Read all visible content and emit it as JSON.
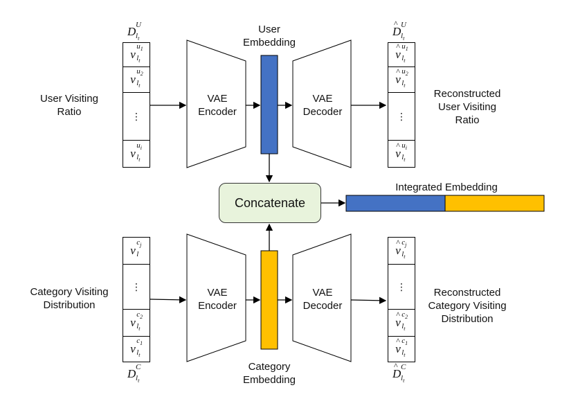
{
  "left_labels": {
    "user": "User  Visiting\nRatio",
    "category": "Category  Visiting\nDistribution"
  },
  "right_labels": {
    "user": "Reconstructed\nUser  Visiting\nRatio",
    "category": "Reconstructed\nCategory  Visiting\nDistribution"
  },
  "encoder_label": "VAE\nEncoder",
  "decoder_label": "VAE\nDecoder",
  "user_embedding_label": "User\nEmbedding",
  "category_embedding_label": "Category\nEmbedding",
  "concatenate_label": "Concatenate",
  "integrated_embedding_label": "Integrated Embedding",
  "math": {
    "D": "D",
    "l_t": "l",
    "t": "t",
    "U": "U",
    "C": "C",
    "v": "v",
    "hat": "^",
    "u1": "u",
    "u1_sub": "1",
    "u2_sub": "2",
    "ui_sub": "i",
    "c": "c",
    "cj_sub": "j",
    "c2_sub": "2",
    "c1_sub": "1",
    "l_plain": "l",
    "dots": "⋮"
  },
  "colors": {
    "user_embedding": "#4472c4",
    "category_embedding": "#ffc000",
    "concat_fill": "#e8f3dc"
  }
}
